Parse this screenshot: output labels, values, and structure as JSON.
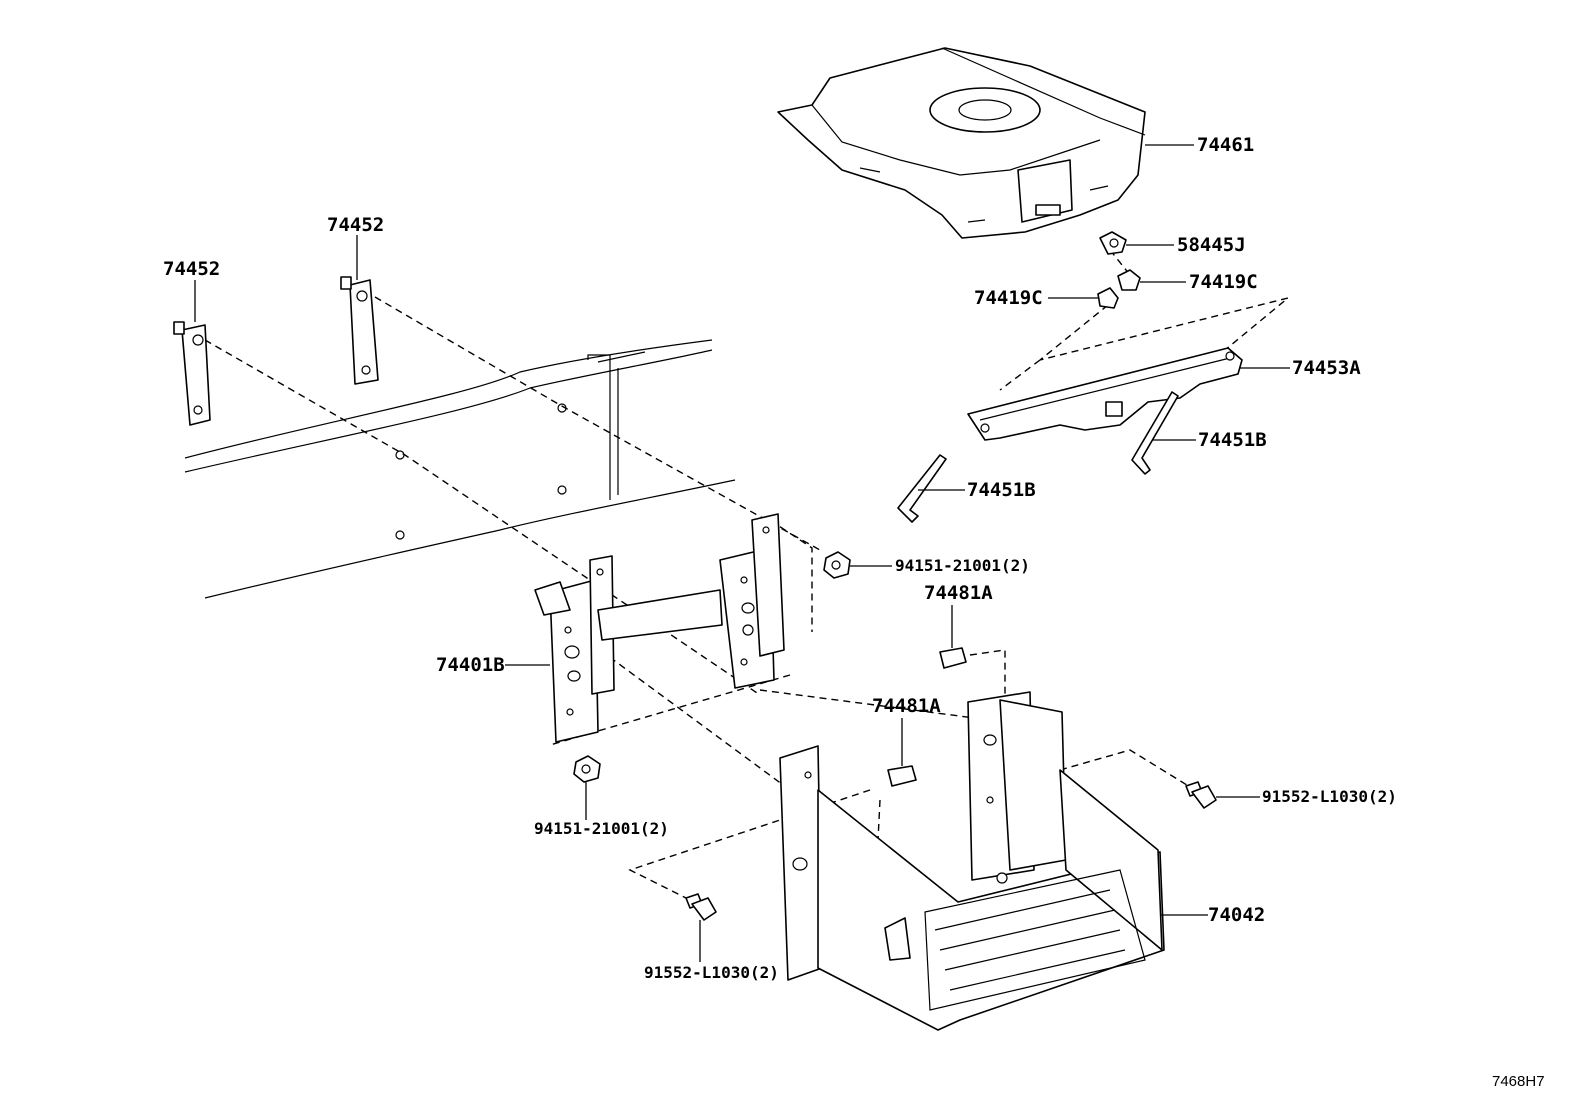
{
  "callouts": {
    "cover": "74461",
    "clip_top": "58445J",
    "clip_right": "74419C",
    "clip_left": "74419C",
    "clamp": "74453A",
    "rod_right": "74451B",
    "rod_left": "74451B",
    "bracket_left": "74452",
    "bracket_mid": "74452",
    "nut_upper": "94151-21001(2)",
    "nut_lower": "94151-21001(2)",
    "clip_upper": "74481A",
    "clip_lower": "74481A",
    "carrier_bracket": "74401B",
    "bolt_right": "91552-L1030(2)",
    "bolt_lower": "91552-L1030(2)",
    "tray": "74042"
  },
  "diagram_code": "7468H7"
}
